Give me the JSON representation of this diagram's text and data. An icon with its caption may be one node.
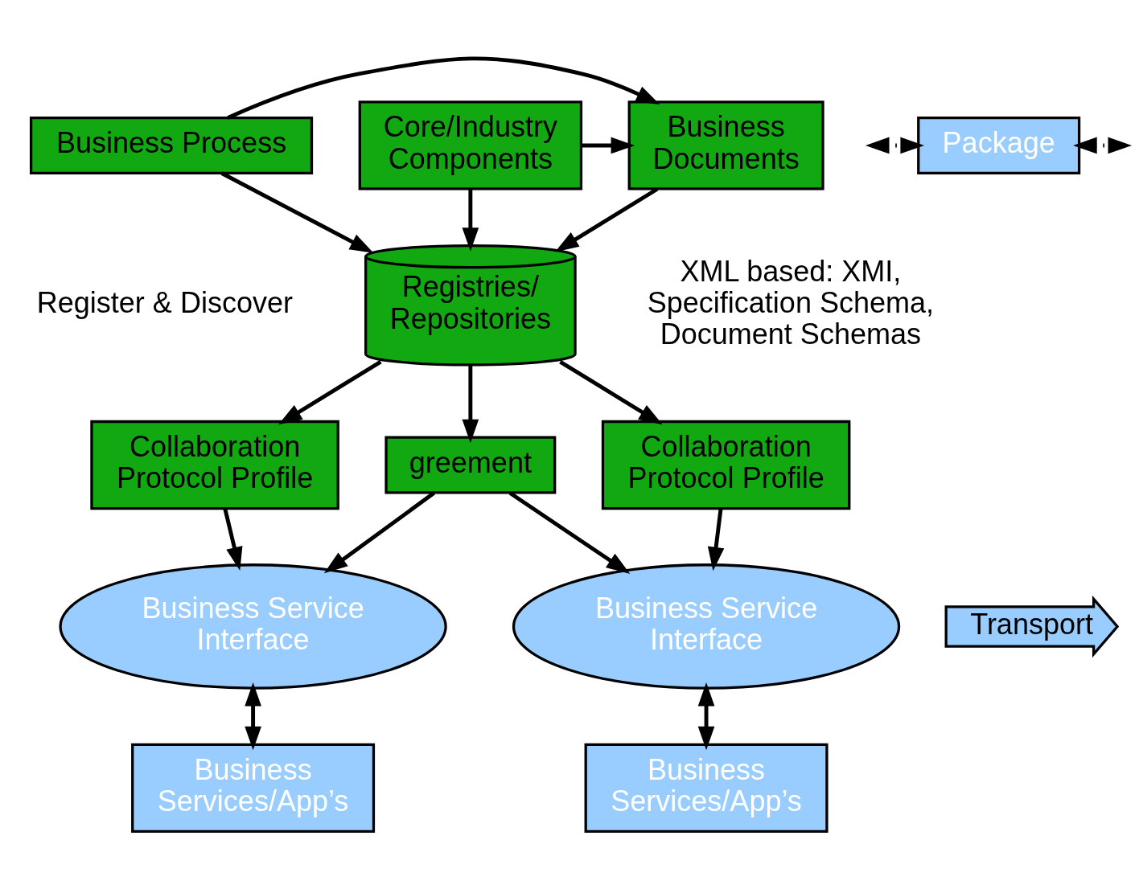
{
  "diagram": {
    "nodes": [
      {
        "text": [
          "Business Process"
        ]
      },
      {
        "text": [
          "Business Documents"
        ]
      },
      {
        "text": [
          "Core/Industry Components"
        ]
      },
      {
        "text": [
          "Registries/ Repositories"
        ]
      },
      {
        "text": [
          "Collaboration Protocol Profile"
        ]
      },
      {
        "text": [
          "greement"
        ]
      },
      {
        "text": [
          "Collaboration Protocol Profile"
        ]
      },
      {
        "text": [
          "Business Service Interface"
        ]
      },
      {
        "text": [
          "Transport"
        ]
      },
      {
        "text": [
          "Business Service Interface"
        ]
      },
      {
        "text": [
          "Package"
        ]
      },
      {
        "text": [
          "Business Services/App’s"
        ]
      },
      {
        "text": [
          "Business Services/App’s"
        ]
      }
    ],
    "edges": [
      {
        "from": 0,
        "to": 1,
        "arrow": "to"
      },
      {
        "from": 2,
        "to": 1,
        "arrow": "to"
      },
      {
        "from": 0,
        "to": 3,
        "arrow": "to"
      },
      {
        "from": 1,
        "to": 3,
        "arrow": "to"
      },
      {
        "from": 2,
        "to": 3,
        "arrow": "to"
      },
      {
        "from": 3,
        "to": 4,
        "arrow": "to"
      },
      {
        "from": 3,
        "to": 5,
        "arrow": "to"
      },
      {
        "from": 3,
        "to": 6,
        "arrow": "to"
      },
      {
        "from": 4,
        "to": 7,
        "arrow": "to"
      },
      {
        "from": 5,
        "to": 7,
        "arrow": "to"
      },
      {
        "from": 5,
        "to": 9,
        "arrow": "to"
      },
      {
        "from": 6,
        "to": 9,
        "arrow": "to"
      },
      {
        "from": 7,
        "to": 11,
        "arrow": "both"
      },
      {
        "from": 9,
        "to": 12,
        "arrow": "both"
      },
      {
        "from": null,
        "to": 10,
        "arrow": "both",
        "style": "dashed"
      },
      {
        "from": 10,
        "to": null,
        "arrow": "both",
        "style": "dashed"
      }
    ],
    "labels": [
      "Register & Discover",
      "XML based: XMI, Specification Schema, Document Schemas"
    ]
  }
}
